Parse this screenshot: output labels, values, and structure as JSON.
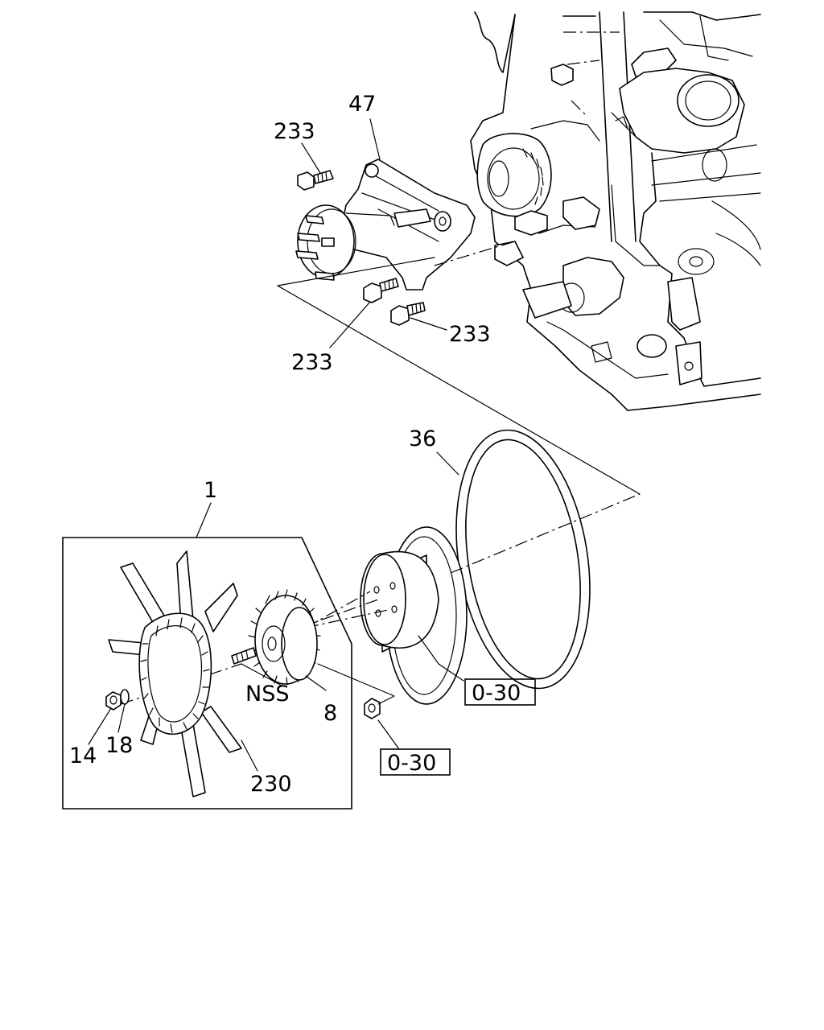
{
  "callouts": {
    "engine_bracket": "47",
    "bolt_top_left": "233",
    "bolt_lower_right": "233",
    "bolt_lower_left": "233",
    "belt": "36",
    "fan_assembly": "1",
    "fan_spacer": "NSS",
    "fan_clutch": "8",
    "nut": "14",
    "washer": "18",
    "fan_blade": "230"
  },
  "references": {
    "pulley_ref": "0-30",
    "nut_ref": "0-30"
  }
}
